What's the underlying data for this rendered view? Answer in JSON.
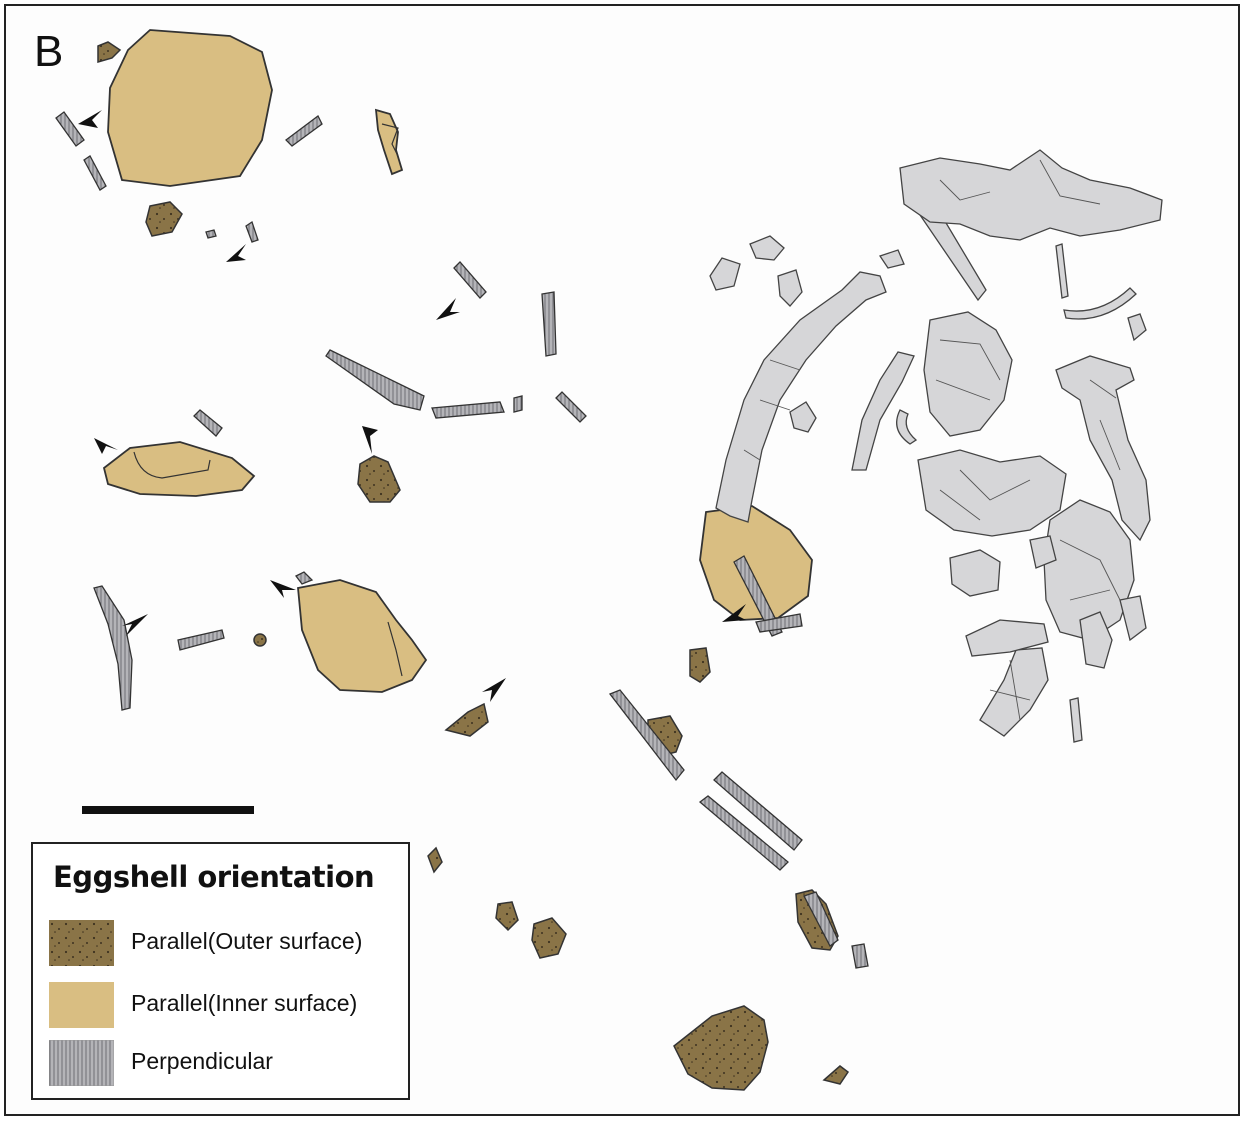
{
  "figure": {
    "panel_label": "B"
  },
  "legend": {
    "title": "Eggshell orientation",
    "items": [
      {
        "label": "Parallel(Outer surface)",
        "pattern": "outer-surface",
        "color": "#8a7447"
      },
      {
        "label": "Parallel(Inner surface)",
        "pattern": "inner-surface",
        "color": "#d9be82"
      },
      {
        "label": "Perpendicular",
        "pattern": "perpendicular",
        "color": "#b9b9bd"
      }
    ]
  },
  "colors": {
    "outer_surface": "#8a7447",
    "inner_surface": "#d9be82",
    "perpendicular": "#a9a9ad",
    "bone": "#d6d6d8",
    "outline": "#333333",
    "arrowhead": "#111111"
  }
}
